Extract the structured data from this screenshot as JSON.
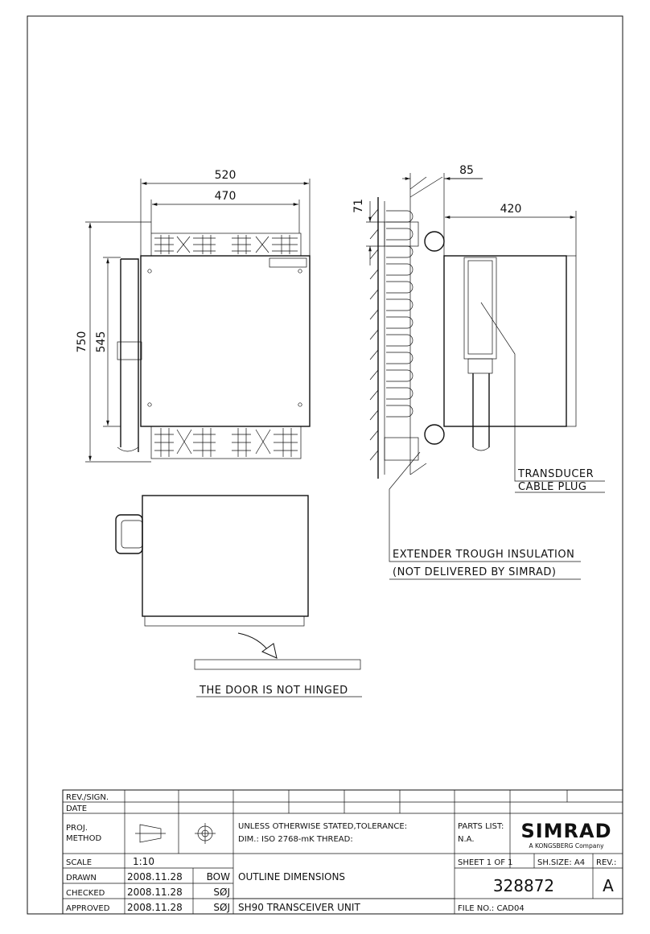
{
  "dimensions": {
    "front_width_outer": "520",
    "front_width_inner": "470",
    "front_height_outer": "750",
    "front_height_inner": "545",
    "side_depth_bracket": "85",
    "side_bracket_height": "71",
    "side_depth_body": "420"
  },
  "notes": {
    "transducer_line1": "TRANSDUCER",
    "transducer_line2": "CABLE PLUG",
    "extender_line1": "EXTENDER TROUGH INSULATION",
    "extender_line2": "(NOT DELIVERED BY SIMRAD)",
    "door_note": "THE DOOR IS NOT HINGED"
  },
  "title_block": {
    "rev_sign_label": "REV./SIGN.",
    "date_label": "DATE",
    "proj_method_line1": "PROJ.",
    "proj_method_line2": "METHOD",
    "tolerance_line1": "UNLESS OTHERWISE STATED,TOLERANCE:",
    "tolerance_line2": "DIM.: ISO 2768-mK   THREAD:",
    "parts_list_label": "PARTS LIST:",
    "parts_list_value": "N.A.",
    "company_logo": "SIMRAD",
    "company_sub": "A KONGSBERG Company",
    "scale_label": "SCALE",
    "scale_value": "1:10",
    "sheet_info": "SHEET 1 OF 1",
    "sheet_size": "SH.SIZE: A4",
    "rev_label": "REV.:",
    "drawn_label": "DRAWN",
    "drawn_date": "2008.11.28",
    "drawn_sign": "BOW",
    "checked_label": "CHECKED",
    "checked_date": "2008.11.28",
    "checked_sign": "SØJ",
    "approved_label": "APPROVED",
    "approved_date": "2008.11.28",
    "approved_sign": "SØJ",
    "title_line1": "OUTLINE DIMENSIONS",
    "title_line2": "SH90 TRANSCEIVER UNIT",
    "drawing_number": "328872",
    "revision": "A",
    "file_no": "FILE NO.: CAD04"
  }
}
